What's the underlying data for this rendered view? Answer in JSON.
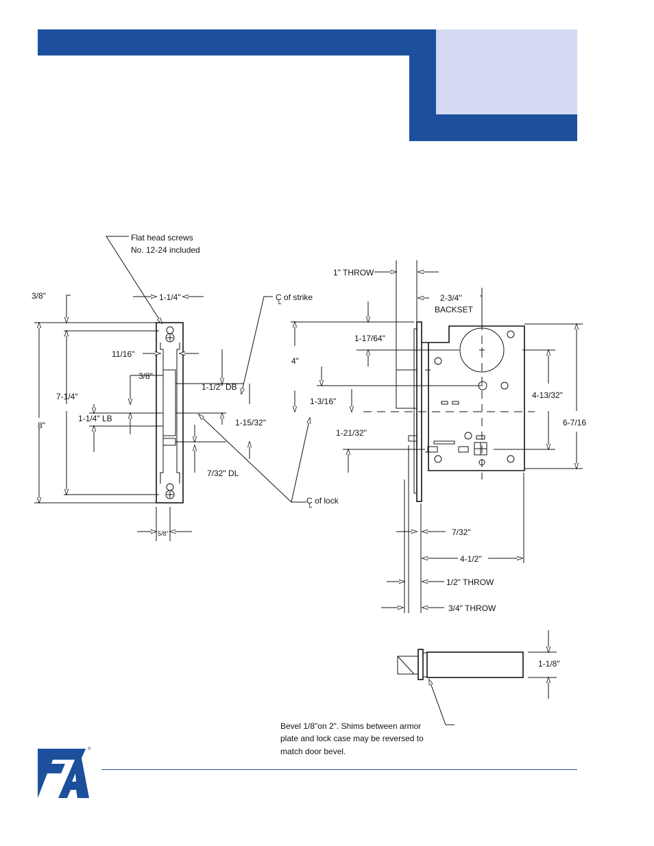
{
  "brand": {
    "color": "#1c4f9c",
    "light_color": "#d5d9f1",
    "logo_icon": "fa-logo-icon",
    "registered_mark": "®"
  },
  "strike": {
    "callout": [
      "Flat head screws",
      "No. 12-24 included"
    ],
    "dims": {
      "d_3_8_top": "3/8\"",
      "d_1_1_4": "1-1/4\"",
      "d_11_16": "11/16\"",
      "d_3_8": "3/8\"",
      "d_7_1_4": "7-1/4\"",
      "d_1_1_4_lb": "1-1/4\" LB",
      "d_8": "8\"",
      "d_1_1_2_db": "1-1/2\" DB",
      "d_1_15_32": "1-15/32\"",
      "d_7_32_dl": "7/32\" DL",
      "d_5_8": "5/8\""
    },
    "cl_strike": [
      "C",
      "L",
      " of strike"
    ],
    "cl_lock": [
      "C",
      "L",
      " of lock"
    ]
  },
  "lock": {
    "dims": {
      "throw_1": "1\" THROW",
      "backset": [
        "2-3/4\"",
        "BACKSET"
      ],
      "d_1_17_64": "1-17/64\"",
      "d_4": "4\"",
      "d_1_3_16": "1-3/16\"",
      "d_1_21_32": "1-21/32\"",
      "d_4_13_32": "4-13/32\"",
      "d_6_7_16": "6-7/16",
      "d_7_32": "7/32\"",
      "d_4_1_2": "4-1/2\"",
      "throw_half": "1/2\" THROW",
      "throw_3_4": "3/4\" THROW"
    }
  },
  "bevel": {
    "d_1_1_8": "1-1/8\"",
    "note": [
      "Bevel 1/8\"on 2\".  Shims between armor",
      "plate and lock case may be reversed to",
      "match door bevel."
    ]
  }
}
